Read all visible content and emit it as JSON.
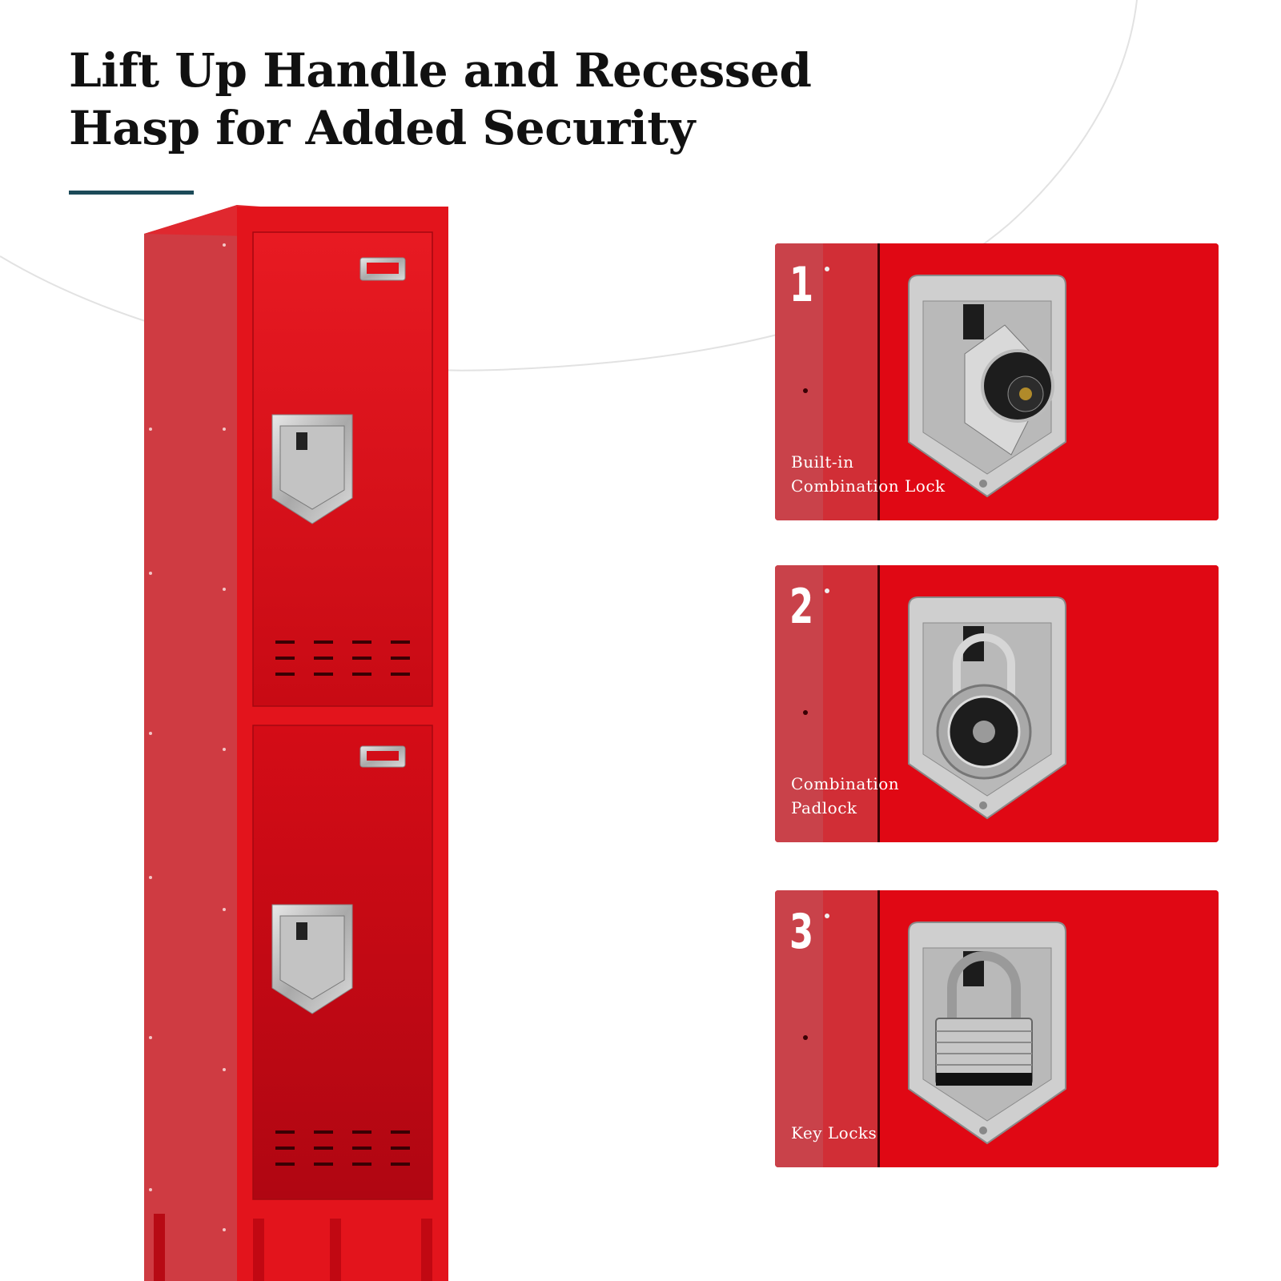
{
  "header": {
    "title_line1": "Lift Up Handle and Recessed",
    "title_line2": "Hasp for Added Security"
  },
  "colors": {
    "locker_red": "#e00814",
    "accent_bar": "#1c4a58",
    "chrome": "#c9c9c9"
  },
  "options": [
    {
      "number": "1",
      "label_line1": "Built-in",
      "label_line2": "Combination Lock",
      "lock_icon": "built-in-combination-dial-icon"
    },
    {
      "number": "2",
      "label_line1": "Combination",
      "label_line2": "Padlock",
      "lock_icon": "combination-padlock-icon"
    },
    {
      "number": "3",
      "label_line1": "Key Locks",
      "label_line2": "",
      "lock_icon": "keyed-padlock-icon"
    }
  ]
}
